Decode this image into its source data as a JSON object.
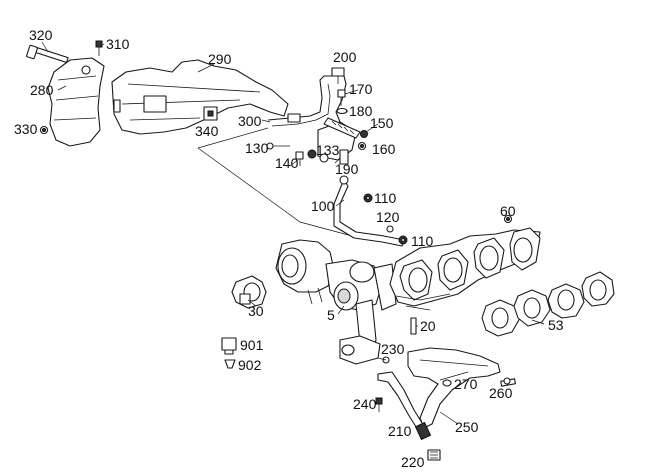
{
  "callouts": {
    "c320": "320",
    "c310": "310",
    "c290": "290",
    "c280": "280",
    "c330": "330",
    "c340": "340",
    "c300": "300",
    "c200": "200",
    "c170": "170",
    "c180": "180",
    "c150": "150",
    "c160": "160",
    "c130": "130",
    "c140": "140",
    "c133": "133",
    "c190": "190",
    "c110a": "110",
    "c100": "100",
    "c120": "120",
    "c110b": "110",
    "c60": "60",
    "c30": "30",
    "c5": "5",
    "c20": "20",
    "c53": "53",
    "c901": "901",
    "c902": "902",
    "c230": "230",
    "c270": "270",
    "c260": "260",
    "c240": "240",
    "c210": "210",
    "c250": "250",
    "c220": "220"
  },
  "colors": {
    "line": "#1a1a1a",
    "shade": "#d9d9d9",
    "background": "#ffffff"
  }
}
